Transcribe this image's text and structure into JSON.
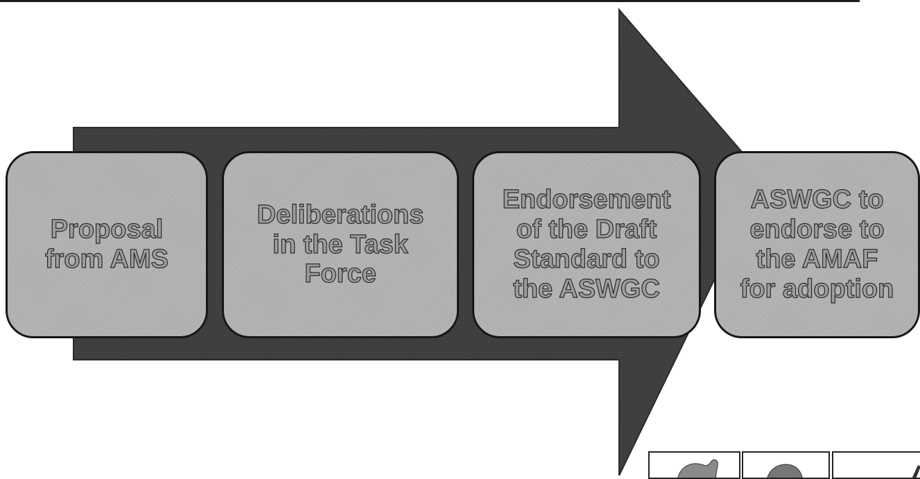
{
  "diagram": {
    "steps": [
      {
        "label": "Proposal\nfrom AMS"
      },
      {
        "label": "Deliberations\nin the Task\nForce"
      },
      {
        "label": "Endorsement\nof the Draft\nStandard to\nthe ASWGC"
      },
      {
        "label": "ASWGC to\nendorse to\nthe AMAF\nfor adoption"
      }
    ],
    "colors": {
      "arrow": "#3c3c3c",
      "box_fill": "#b3b3b3",
      "box_border": "#161616",
      "text": "#9e9e9e"
    }
  },
  "thumbnails": [
    {
      "icon": "hand-icon"
    },
    {
      "icon": "hand-icon"
    },
    {
      "icon": "stroke-icon"
    }
  ]
}
